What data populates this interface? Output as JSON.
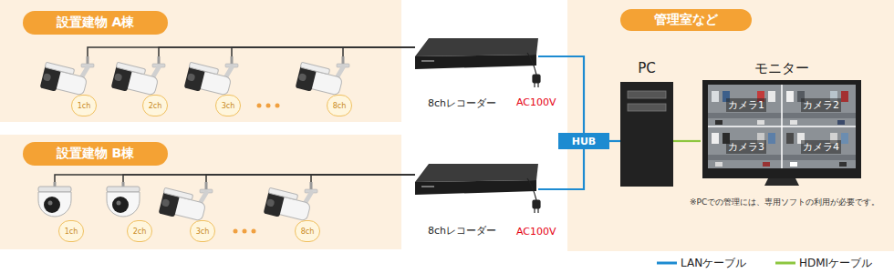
{
  "diagram": {
    "nodes": [
      {
        "text": [
          "設置建物 A棟"
        ]
      },
      {
        "text": [
          "1ch"
        ],
        "in": 0
      },
      {
        "text": [
          "2ch"
        ],
        "in": 0
      },
      {
        "text": [
          "3ch"
        ],
        "in": 0
      },
      {
        "text": [
          "8ch"
        ],
        "in": 0
      },
      {
        "text": [
          "8chレコーダー"
        ]
      },
      {
        "text": [
          "設置建物 B棟"
        ]
      },
      {
        "text": [
          "1ch"
        ],
        "in": 6
      },
      {
        "text": [
          "2ch"
        ],
        "in": 6
      },
      {
        "text": [
          "3ch"
        ],
        "in": 6
      },
      {
        "text": [
          "8ch"
        ],
        "in": 6
      },
      {
        "text": [
          "8chレコーダー"
        ]
      },
      {
        "text": [
          "HUB"
        ]
      },
      {
        "text": [
          "管理室など"
        ]
      },
      {
        "text": [
          "PC"
        ],
        "in": 13
      },
      {
        "text": [
          "モニター"
        ],
        "in": 13
      }
    ],
    "edges": [
      {
        "from": 1,
        "to": 5,
        "arrow": "none"
      },
      {
        "from": 2,
        "to": 5,
        "arrow": "none"
      },
      {
        "from": 3,
        "to": 5,
        "arrow": "none"
      },
      {
        "from": 4,
        "to": 5,
        "arrow": "none"
      },
      {
        "from": 7,
        "to": 11,
        "arrow": "none"
      },
      {
        "from": 8,
        "to": 11,
        "arrow": "none"
      },
      {
        "from": 9,
        "to": 11,
        "arrow": "none"
      },
      {
        "from": 10,
        "to": 11,
        "arrow": "none"
      },
      {
        "from": 5,
        "to": 12,
        "arrow": "none"
      },
      {
        "from": 11,
        "to": 12,
        "arrow": "none"
      },
      {
        "from": 12,
        "to": 14,
        "arrow": "none"
      },
      {
        "from": 14,
        "to": 15,
        "arrow": "none"
      }
    ],
    "labels": [
      "AC100V",
      "AC100V",
      "カメラ1",
      "カメラ2",
      "カメラ3",
      "カメラ4",
      "※PCでの管理には、専用ソフトの利用が必要です。"
    ],
    "legend": [
      {
        "text": "LANケーブル"
      },
      {
        "text": "HDMIケーブル"
      }
    ]
  }
}
